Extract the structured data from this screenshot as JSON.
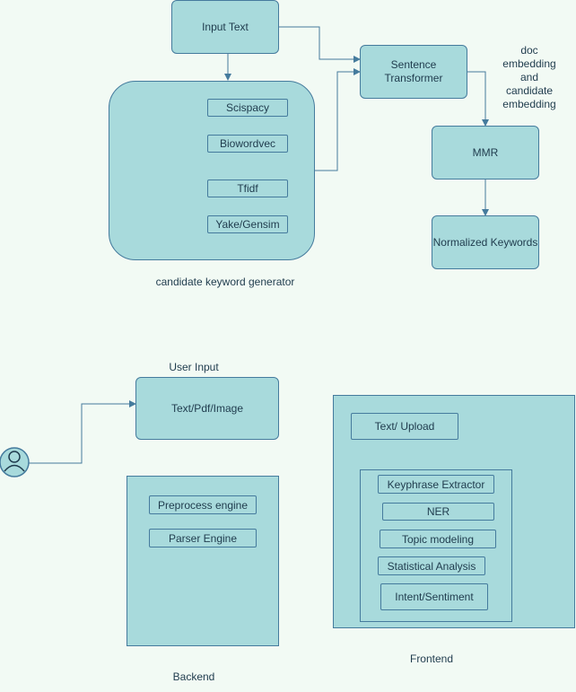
{
  "top_diagram": {
    "input_text": "Input Text",
    "sentence_transformer": "Sentence Transformer",
    "doc_embedding_note": [
      "doc",
      "embedding",
      "and",
      "candidate",
      "embedding"
    ],
    "mmr": "MMR",
    "normalized_keywords": "Normalized Keywords",
    "generators": [
      "Scispacy",
      "Biowordvec",
      "Tfidf",
      "Yake/Gensim"
    ],
    "generator_caption": "candidate keyword generator"
  },
  "bottom_diagram": {
    "user_input_label": "User Input",
    "user_input_box": "Text/Pdf/Image",
    "backend": {
      "items": [
        "Preprocess engine",
        "Parser Engine"
      ],
      "caption": "Backend"
    },
    "frontend": {
      "upload": "Text/ Upload",
      "features": [
        "Keyphrase Extractor",
        "NER",
        "Topic modeling",
        "Statistical Analysis",
        "Intent/Sentiment"
      ],
      "caption": "Frontend"
    }
  },
  "colors": {
    "fill": "#a8dadc",
    "stroke": "#457b9d",
    "background": "#f2faf4"
  }
}
